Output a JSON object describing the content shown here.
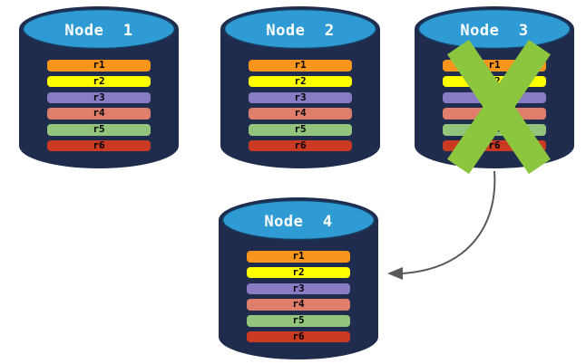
{
  "colors": {
    "background": "#FFFFFF",
    "cylinder_body": "#1F2C4E",
    "cylinder_top": "#2F9BD4",
    "cylinder_top_border": "#173E63",
    "title_text": "#FFFFFF",
    "bar_text": "#000000",
    "failure_x": "#8CC63E",
    "arrow": "#595959"
  },
  "nodes": [
    {
      "id": "node-1",
      "title": "Node  1",
      "failed": false,
      "bars": [
        {
          "label": "r1",
          "color": "#F7951D"
        },
        {
          "label": "r2",
          "color": "#FFFF00"
        },
        {
          "label": "r3",
          "color": "#8A7CC4"
        },
        {
          "label": "r4",
          "color": "#DF7E6A"
        },
        {
          "label": "r5",
          "color": "#92C47C"
        },
        {
          "label": "r6",
          "color": "#CA3A23"
        }
      ]
    },
    {
      "id": "node-2",
      "title": "Node  2",
      "failed": false,
      "bars": [
        {
          "label": "r1",
          "color": "#F7951D"
        },
        {
          "label": "r2",
          "color": "#FFFF00"
        },
        {
          "label": "r3",
          "color": "#8A7CC4"
        },
        {
          "label": "r4",
          "color": "#DF7E6A"
        },
        {
          "label": "r5",
          "color": "#92C47C"
        },
        {
          "label": "r6",
          "color": "#CA3A23"
        }
      ]
    },
    {
      "id": "node-3",
      "title": "Node  3",
      "failed": true,
      "bars": [
        {
          "label": "r1",
          "color": "#F7951D"
        },
        {
          "label": "r2",
          "color": "#FFFF00"
        },
        {
          "label": "r3",
          "color": "#8A7CC4"
        },
        {
          "label": "r4",
          "color": "#DF7E6A"
        },
        {
          "label": "r5",
          "color": "#92C47C"
        },
        {
          "label": "r6",
          "color": "#CA3A23"
        }
      ]
    },
    {
      "id": "node-4",
      "title": "Node  4",
      "failed": false,
      "bars": [
        {
          "label": "r1",
          "color": "#F7951D"
        },
        {
          "label": "r2",
          "color": "#FFFF00"
        },
        {
          "label": "r3",
          "color": "#8A7CC4"
        },
        {
          "label": "r4",
          "color": "#DF7E6A"
        },
        {
          "label": "r5",
          "color": "#92C47C"
        },
        {
          "label": "r6",
          "color": "#CA3A23"
        }
      ]
    }
  ],
  "arrow": {
    "from": "node-3",
    "to": "node-4"
  }
}
